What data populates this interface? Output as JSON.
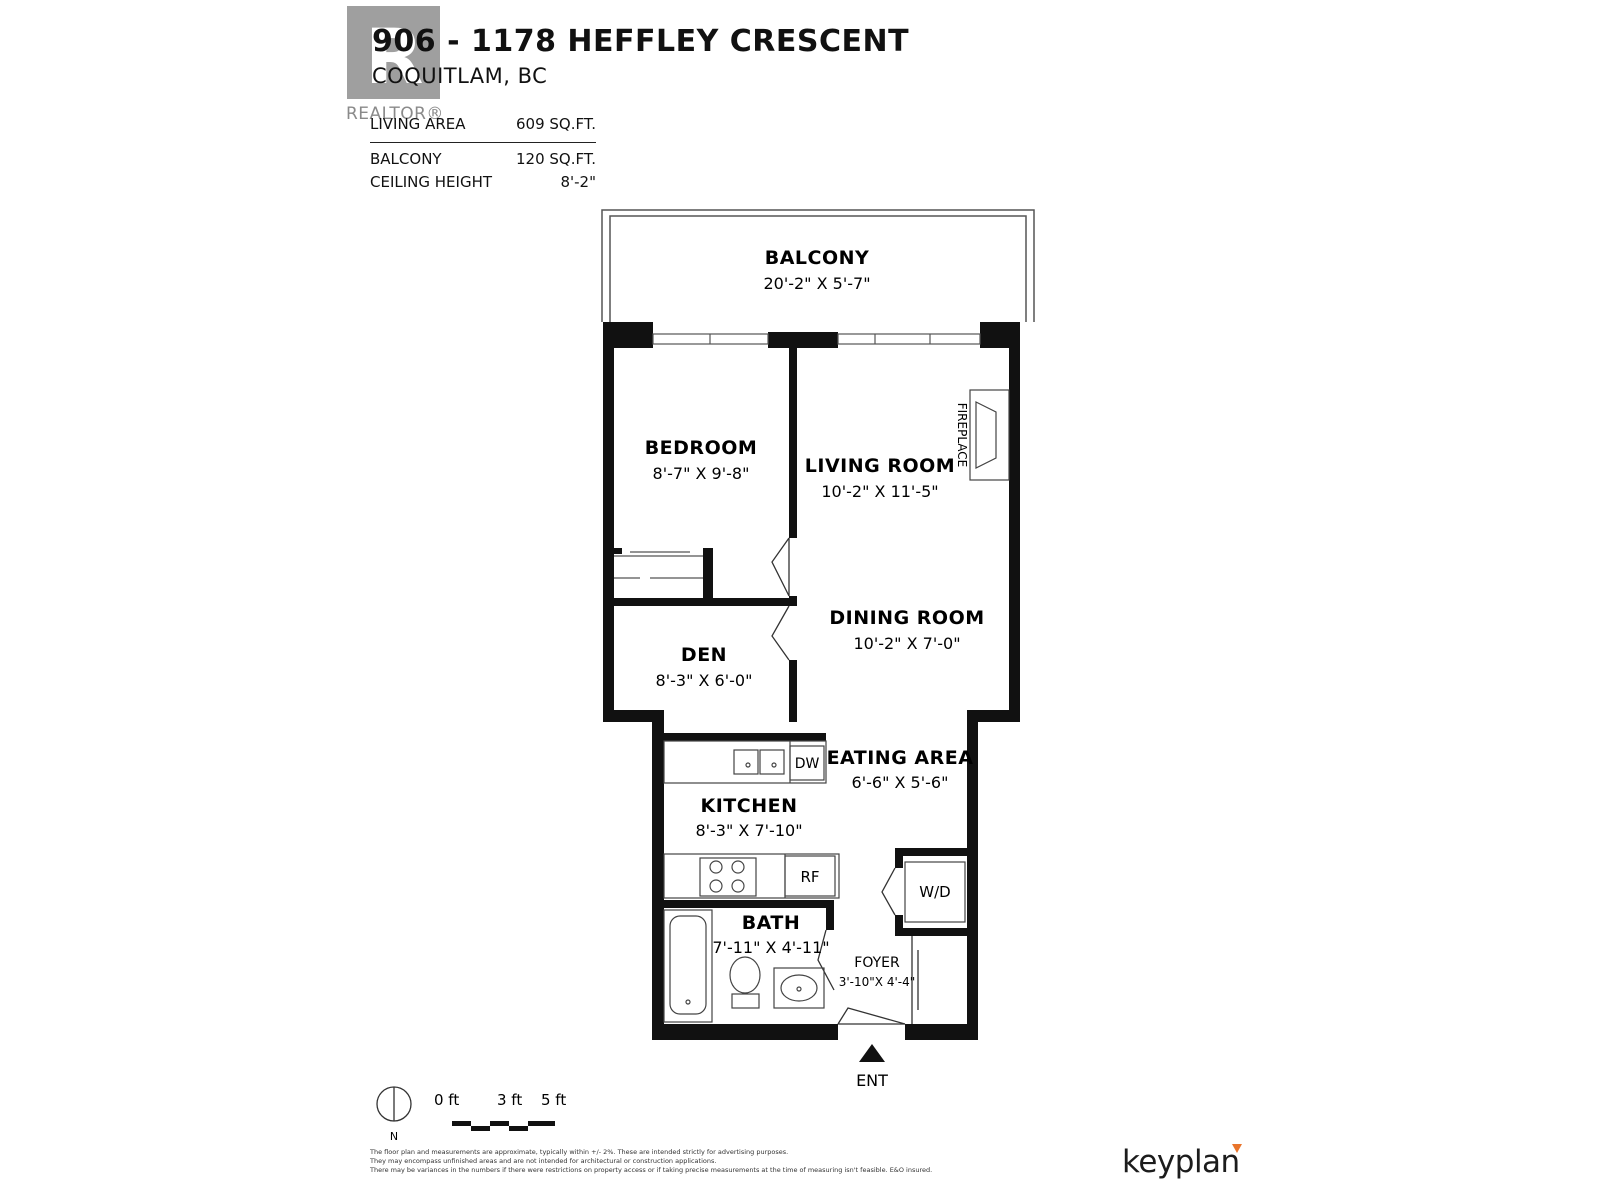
{
  "header": {
    "address_line1": "906 - 1178 HEFFLEY CRESCENT",
    "address_line2": "COQUITLAM, BC",
    "logo_text": "REALTOR®",
    "logo_letter": "R"
  },
  "stats": [
    {
      "label": "LIVING AREA",
      "value": "609 SQ.FT."
    },
    {
      "label": "BALCONY",
      "value": "120 SQ.FT."
    },
    {
      "label": "CEILING HEIGHT",
      "value": "8'-2\""
    }
  ],
  "rooms": {
    "balcony": {
      "name": "BALCONY",
      "dims": "20'-2\"  X  5'-7\""
    },
    "bedroom": {
      "name": "BEDROOM",
      "dims": "8'-7\"  X  9'-8\""
    },
    "living": {
      "name": "LIVING ROOM",
      "dims": "10'-2\"  X  11'-5\""
    },
    "dining": {
      "name": "DINING ROOM",
      "dims": "10'-2\"  X  7'-0\""
    },
    "den": {
      "name": "DEN",
      "dims": "8'-3\"  X  6'-0\""
    },
    "eating": {
      "name": "EATING AREA",
      "dims": "6'-6\"  X  5'-6\""
    },
    "kitchen": {
      "name": "KITCHEN",
      "dims": "8'-3\"  X  7'-10\""
    },
    "bath": {
      "name": "BATH",
      "dims": "7'-11\"  X  4'-11\""
    },
    "foyer": {
      "name": "FOYER",
      "dims": "3'-10\"X 4'-4\""
    }
  },
  "fixtures": {
    "fireplace": "FIREPLACE",
    "dishwasher": "DW",
    "fridge": "RF",
    "washer_dryer": "W/D",
    "entry": "ENT"
  },
  "legend": {
    "north": "N",
    "scale_0": "0 ft",
    "scale_3": "3 ft",
    "scale_5": "5 ft"
  },
  "disclaimer": [
    "The floor plan and measurements are approximate, typically within +/- 2%. These are intended strictly for advertising purposes.",
    "They may encompass unfinished areas and are not intended for architectural or construction applications.",
    "There may be variances in the numbers if there were restrictions on property access or if taking precise measurements at the time of measuring isn't feasible. E&O insured."
  ],
  "brand": "keyplan",
  "colors": {
    "wall": "#111111",
    "logo_gray": "#8f8f8f",
    "brand_accent": "#e9742b"
  }
}
